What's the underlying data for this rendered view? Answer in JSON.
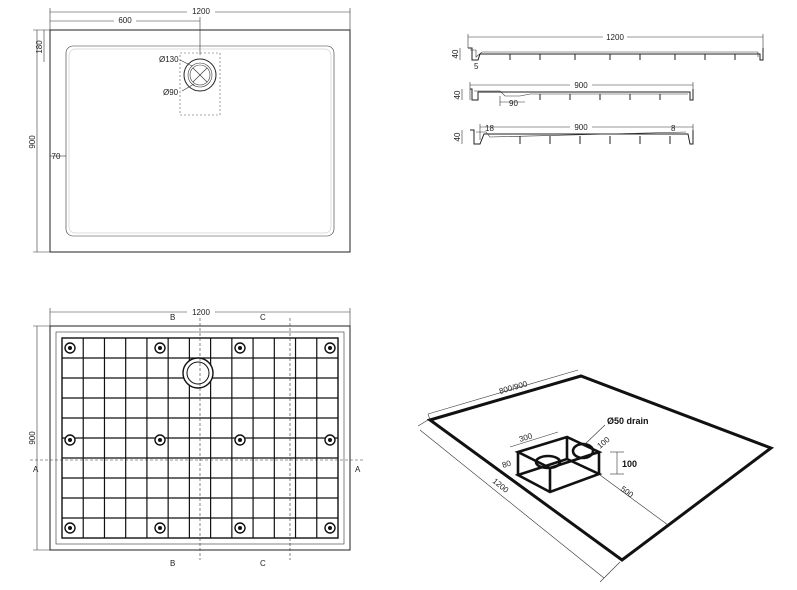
{
  "plan_view": {
    "width_label": "1200",
    "offset_label": "600",
    "height_label": "900",
    "drain_offset_label": "180",
    "rim_label": "70",
    "outer_diameter_label": "Ø130",
    "inner_diameter_label": "Ø90"
  },
  "sections": {
    "section_a": {
      "length_label": "1200",
      "height_label": "40",
      "lip_label": "5"
    },
    "section_b": {
      "length_label": "900",
      "height_label": "40",
      "offset_label": "90"
    },
    "section_c": {
      "length_label": "900",
      "height_label": "40",
      "left_label": "18",
      "right_label": "8"
    }
  },
  "underside_view": {
    "width_label": "1200",
    "height_label": "900",
    "marker_b": "B",
    "marker_c": "C",
    "marker_a": "A"
  },
  "isometric": {
    "drain_label": "Ø50 drain",
    "box_length_label": "300",
    "box_width_label": "100",
    "box_height_label": "100",
    "box_side_label": "80",
    "distance_label": "500",
    "tray_length_label": "1200",
    "tray_width_label": "800/900"
  }
}
